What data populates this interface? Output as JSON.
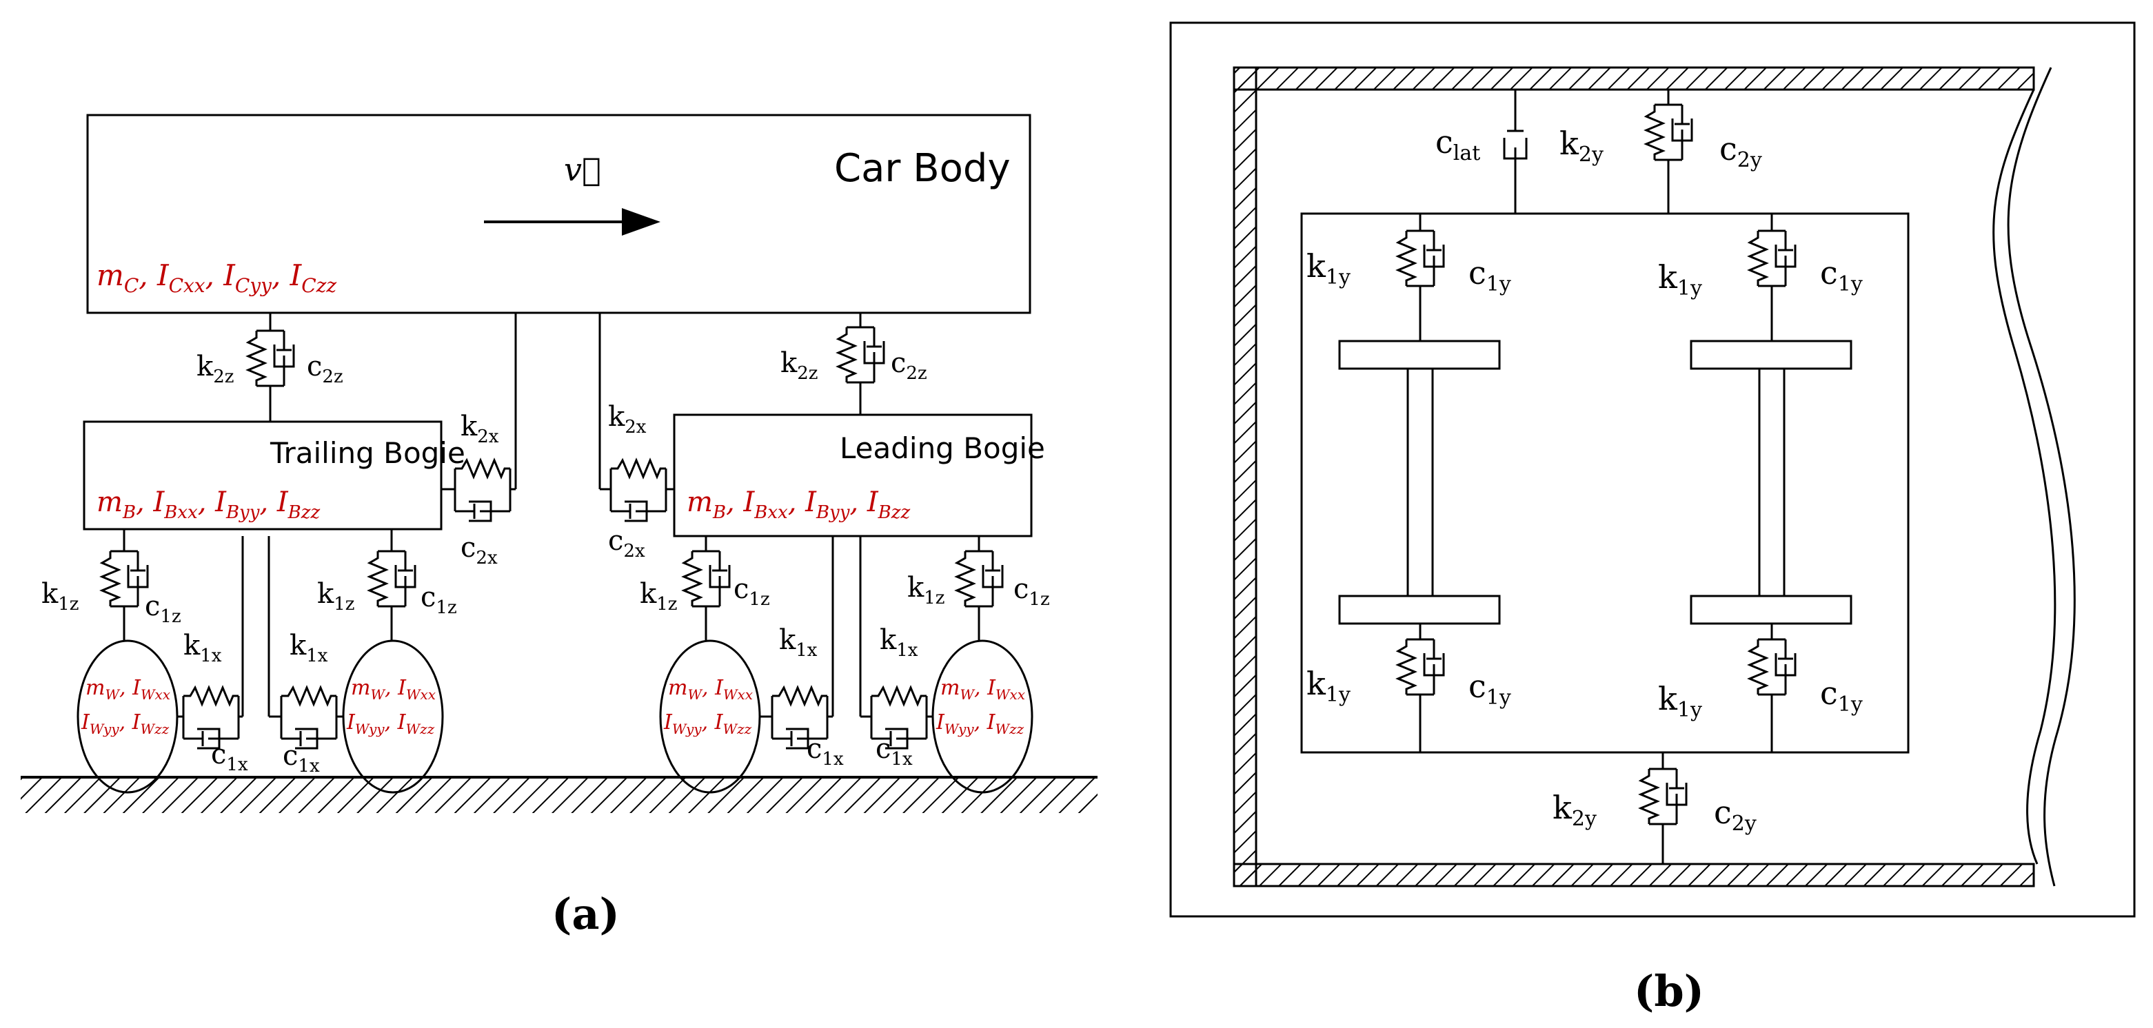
{
  "panel_a": {
    "caption": "(a)",
    "car_body": {
      "label": "Car Body",
      "velocity": "v⃗",
      "params": "m_C, I_Cxx, I_Cyy, I_Czz"
    },
    "trailing_bogie": {
      "label": "Trailing Bogie",
      "params": "m_B, I_Bxx, I_Byy, I_Bzz"
    },
    "leading_bogie": {
      "label": "Leading Bogie",
      "params": "m_B, I_Bxx, I_Byy, I_Bzz"
    },
    "wheel_params": {
      "line1": "m_W, I_Wxx",
      "line2": "I_Wyy, I_Wzz"
    },
    "labels": {
      "k2z": "k",
      "c2z": "c",
      "k2x": "k",
      "c2x": "c",
      "k1z": "k",
      "c1z": "c",
      "k1x": "k",
      "c1x": "c"
    }
  },
  "panel_b": {
    "caption": "(b)",
    "labels": {
      "c_lat": "c",
      "k2y": "k",
      "c2y": "c",
      "k1y": "k",
      "c1y": "c"
    }
  }
}
